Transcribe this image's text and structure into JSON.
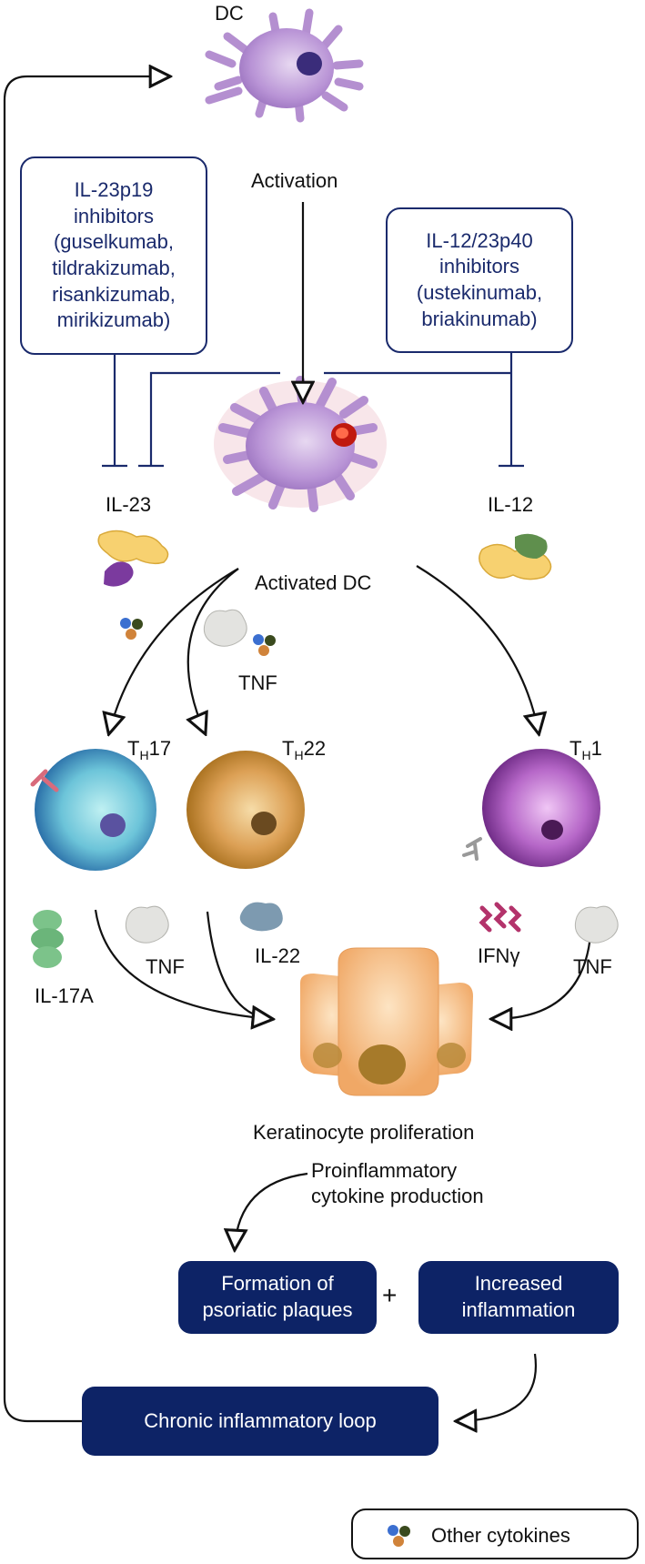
{
  "labels": {
    "dc": "DC",
    "activation": "Activation",
    "activated_dc": "Activated DC",
    "il23": "IL-23",
    "il12": "IL-12",
    "tnf_top": "TNF",
    "th17_pre": "T",
    "th17_sub": "H",
    "th17_post": "17",
    "th22_pre": "T",
    "th22_sub": "H",
    "th22_post": "22",
    "th1_pre": "T",
    "th1_sub": "H",
    "th1_post": "1",
    "il17a": "IL-17A",
    "tnf_th17": "TNF",
    "il22": "IL-22",
    "ifng": "IFNγ",
    "tnf_th1": "TNF",
    "keratinocyte": "Keratinocyte proliferation",
    "proinflammatory_1": "Proinflammatory",
    "proinflammatory_2": "cytokine production",
    "plus": "+"
  },
  "inhibitors": {
    "il23p19": [
      "IL-23p19",
      "inhibitors",
      "(guselkumab,",
      "tildrakizumab,",
      "risankizumab,",
      "mirikizumab)"
    ],
    "il1223p40": [
      "IL-12/23p40",
      "inhibitors",
      "(ustekinumab,",
      "briakinumab)"
    ]
  },
  "outcomes": {
    "plaques": [
      "Formation of",
      "psoriatic plaques"
    ],
    "inflammation": [
      "Increased",
      "inflammation"
    ],
    "loop": "Chronic inflammatory loop"
  },
  "legend": {
    "other_cytokines": "Other cytokines"
  },
  "colors": {
    "navy": "#0d2366",
    "line": "#1a2a6c",
    "dc": "#b48fd0",
    "th17": "#4a9bc4",
    "th22": "#d99a3a",
    "th1": "#9b4fb0"
  }
}
